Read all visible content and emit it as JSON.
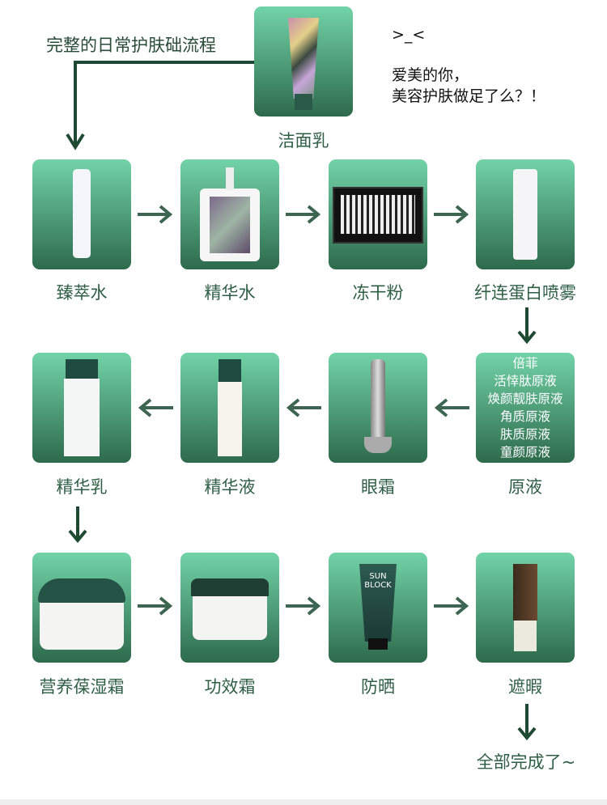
{
  "header": {
    "title": "完整的日常护肤础流程",
    "emoticon": ">_<",
    "note_line1": "爱美的你，",
    "note_line2": "美容护肤做足了么？！"
  },
  "steps": [
    {
      "label": "洁面乳"
    },
    {
      "label": "臻萃水"
    },
    {
      "label": "精华水"
    },
    {
      "label": "冻干粉"
    },
    {
      "label": "纤连蛋白喷雾"
    },
    {
      "label": "原液",
      "card_lines": [
        "倍菲",
        "活悻肽原液",
        "焕颜靓肤原液",
        "角质原液",
        "肤质原液",
        "童颜原液"
      ]
    },
    {
      "label": "眼霜"
    },
    {
      "label": "精华液"
    },
    {
      "label": "精华乳"
    },
    {
      "label": "营养葆湿霜"
    },
    {
      "label": "功效霜"
    },
    {
      "label": "防晒",
      "product_text": "SUN BLOCK"
    },
    {
      "label": "遮暇"
    }
  ],
  "footer": {
    "done": "全部完成了~"
  },
  "colors": {
    "card_top": "#72d3a8",
    "card_bottom": "#2d6a4c",
    "text": "#2f5e47",
    "arrow": "#3d6652"
  }
}
